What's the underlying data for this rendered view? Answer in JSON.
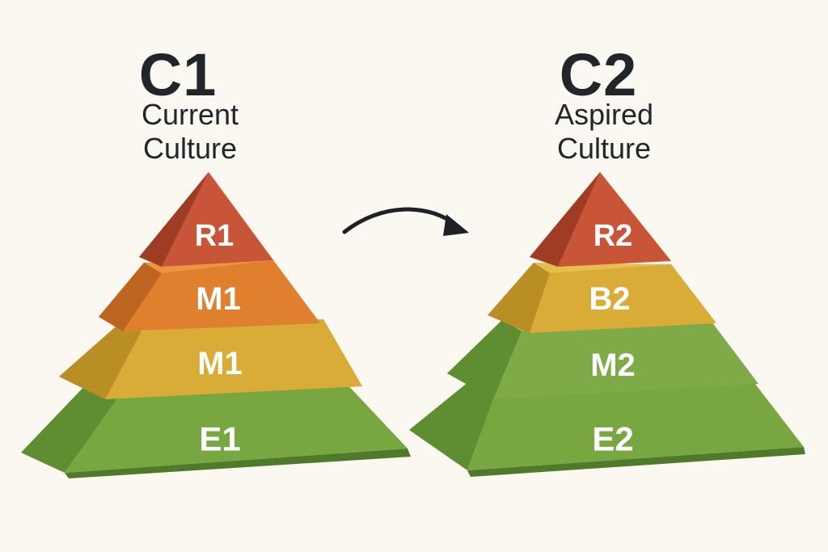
{
  "left": {
    "code": "C1",
    "subtitle_line1": "Current",
    "subtitle_line2": "Culture",
    "layers": [
      "R1",
      "M1",
      "M1",
      "E1"
    ]
  },
  "right": {
    "code": "C2",
    "subtitle_line1": "Aspired",
    "subtitle_line2": "Culture",
    "layers": [
      "R2",
      "B2",
      "M2",
      "E2"
    ]
  },
  "colors": {
    "background": "#fbf8f1",
    "text_dark": "#22262b",
    "red": "#c85537",
    "orange": "#e0812f",
    "yellow": "#dcae38",
    "green": "#79a843",
    "arrow": "#1d2025"
  },
  "icons": {
    "transition": "curved-arrow-right-icon"
  }
}
